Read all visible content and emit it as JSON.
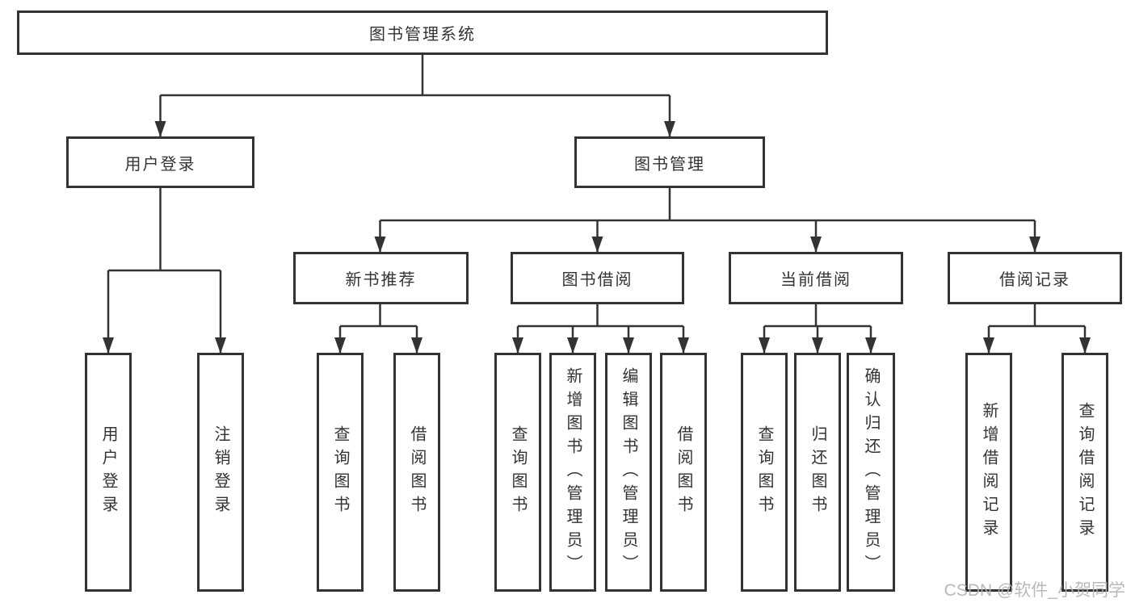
{
  "tree": {
    "root": {
      "label": "图书管理系统"
    },
    "branches": [
      {
        "label": "用户登录",
        "children": [
          {
            "label": "用户登录"
          },
          {
            "label": "注销登录"
          }
        ]
      },
      {
        "label": "图书管理",
        "children": [
          {
            "label": "新书推荐",
            "children": [
              {
                "label": "查询图书"
              },
              {
                "label": "借阅图书"
              }
            ]
          },
          {
            "label": "图书借阅",
            "children": [
              {
                "label": "查询图书"
              },
              {
                "label": "新增图书（管理员）"
              },
              {
                "label": "编辑图书（管理员）"
              },
              {
                "label": "借阅图书"
              }
            ]
          },
          {
            "label": "当前借阅",
            "children": [
              {
                "label": "查询图书"
              },
              {
                "label": "归还图书"
              },
              {
                "label": "确认归还（管理员）"
              }
            ]
          },
          {
            "label": "借阅记录",
            "children": [
              {
                "label": "新增借阅记录"
              },
              {
                "label": "查询借阅记录"
              }
            ]
          }
        ]
      }
    ]
  },
  "watermark": "CSDN @软件_小贺同学",
  "colors": {
    "line": "#333333",
    "text": "#333333",
    "background": "#ffffff",
    "watermark": "#b3b1b1"
  }
}
